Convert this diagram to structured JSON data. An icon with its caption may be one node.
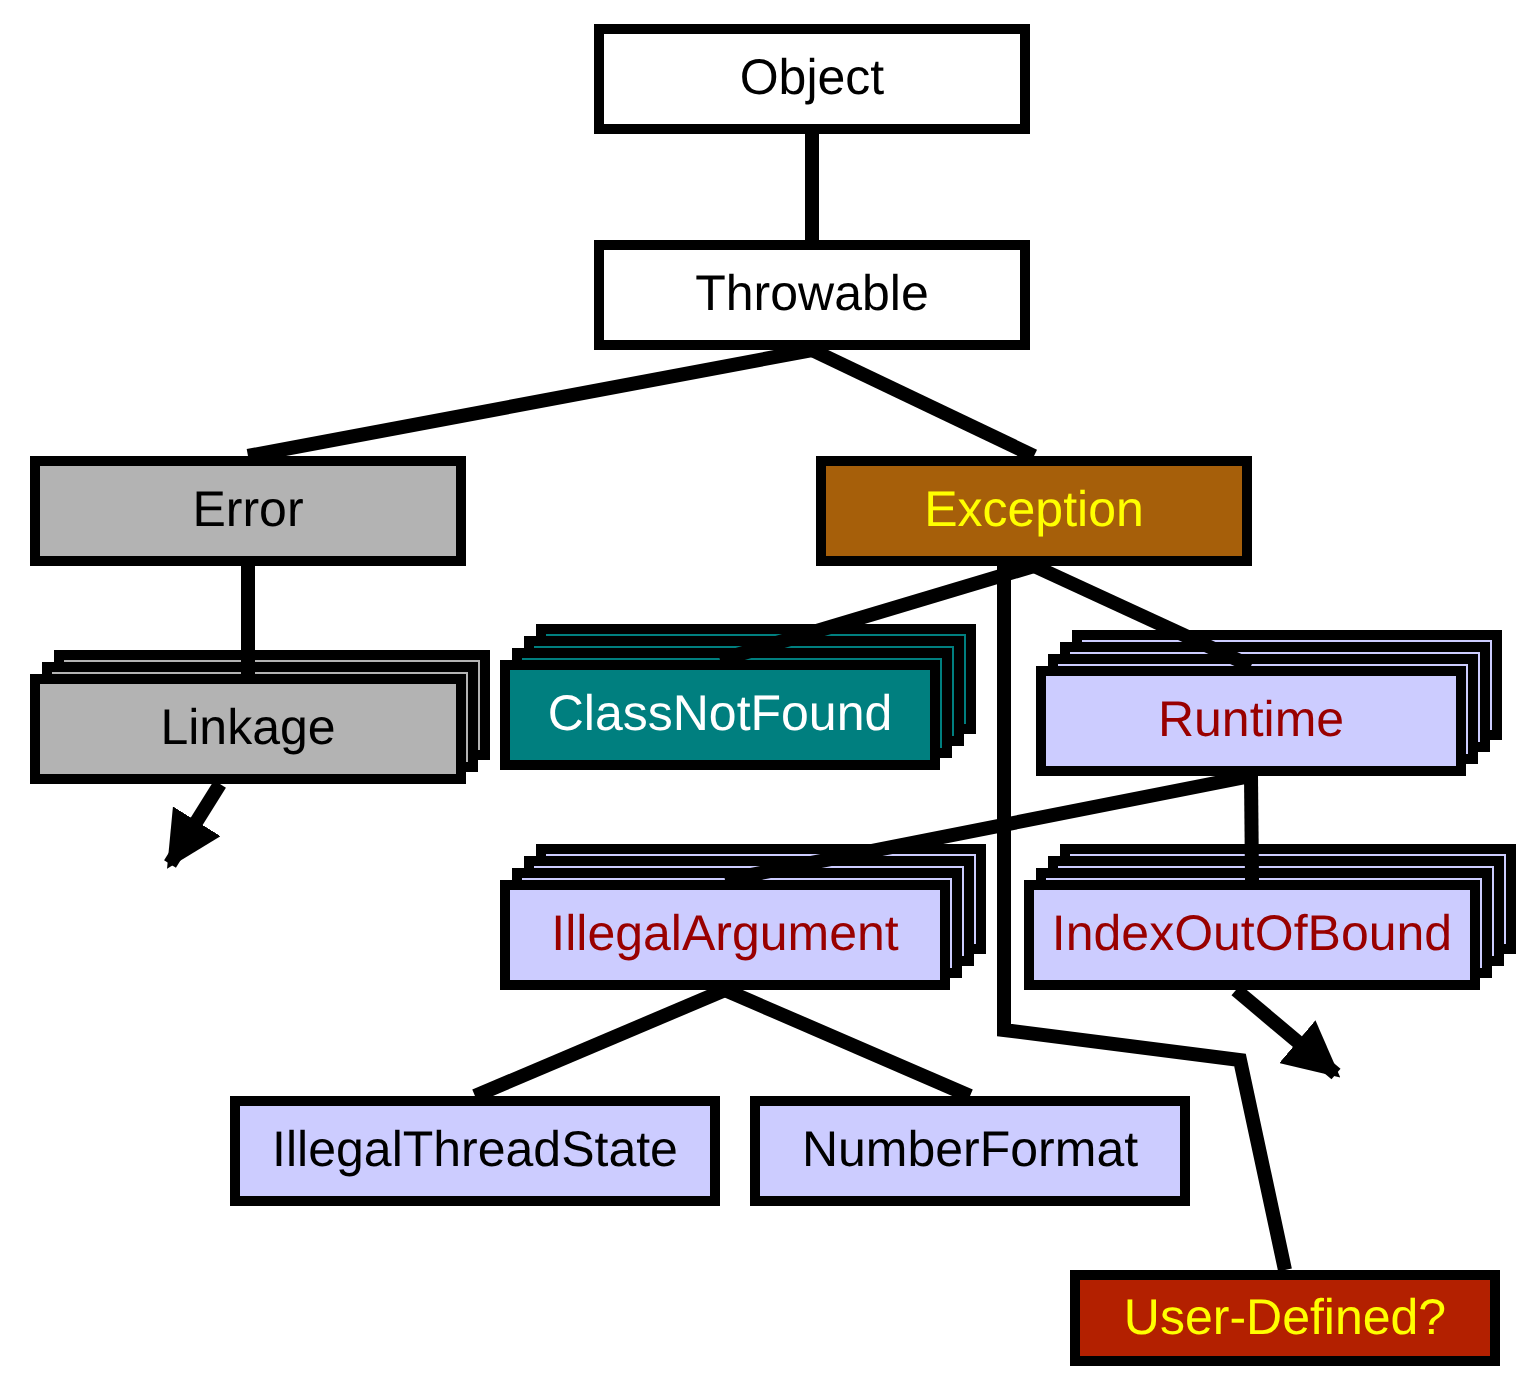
{
  "diagram": {
    "nodes": [
      {
        "text": [
          "Object"
        ]
      },
      {
        "text": [
          "Throwable"
        ]
      },
      {
        "text": [
          "Error"
        ]
      },
      {
        "text": [
          "Exception"
        ]
      },
      {
        "text": [
          "Linkage"
        ]
      },
      {
        "text": [
          "ClassNotFound"
        ]
      },
      {
        "text": [
          "Runtime"
        ]
      },
      {
        "text": [
          "IllegalArgument"
        ]
      },
      {
        "text": [
          "IndexOutOfBound"
        ]
      },
      {
        "text": [
          "IllegalThreadState"
        ]
      },
      {
        "text": [
          "NumberFormat"
        ]
      },
      {
        "text": [
          "User-Defined?"
        ]
      }
    ],
    "edges": [
      {
        "from": 0,
        "to": 1,
        "arrow": "none"
      },
      {
        "from": 1,
        "to": 2,
        "arrow": "none"
      },
      {
        "from": 1,
        "to": 3,
        "arrow": "none"
      },
      {
        "from": 2,
        "to": 4,
        "arrow": "none"
      },
      {
        "from": 3,
        "to": 5,
        "arrow": "none"
      },
      {
        "from": 3,
        "to": 6,
        "arrow": "none"
      },
      {
        "from": 3,
        "to": 11,
        "arrow": "none"
      },
      {
        "from": 6,
        "to": 7,
        "arrow": "none"
      },
      {
        "from": 6,
        "to": 8,
        "arrow": "none"
      },
      {
        "from": 7,
        "to": 9,
        "arrow": "none"
      },
      {
        "from": 7,
        "to": 10,
        "arrow": "none"
      },
      {
        "from": 4,
        "to": null,
        "arrow": "to"
      },
      {
        "from": 8,
        "to": null,
        "arrow": "to"
      }
    ]
  }
}
